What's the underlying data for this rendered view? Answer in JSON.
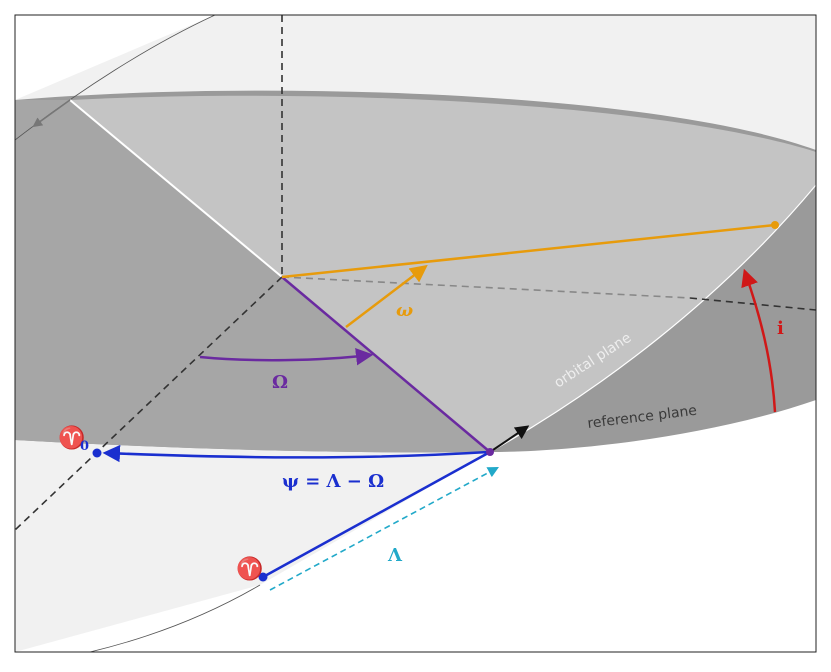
{
  "labels": {
    "aries0_symbol": "♈",
    "aries0_subscript": "0",
    "aries_symbol": "♈",
    "omega_small": "ω",
    "node_longitude": "Ω",
    "inclination": "i",
    "psi_equation": "ψ = Λ − Ω",
    "lambda": "Λ",
    "orbital_plane": "orbital plane",
    "reference_plane": "reference plane"
  },
  "colors": {
    "purple": "#6a2aa0",
    "orange": "#e79b0c",
    "red": "#d01818",
    "blue": "#1a2fcf",
    "cyan": "#22a9c9",
    "reference_plane": "#9a9a9a",
    "orbital_plane": "#c4c4c4",
    "dark_region": "#a6a6a6",
    "sky_band": "#f1f1f1"
  }
}
